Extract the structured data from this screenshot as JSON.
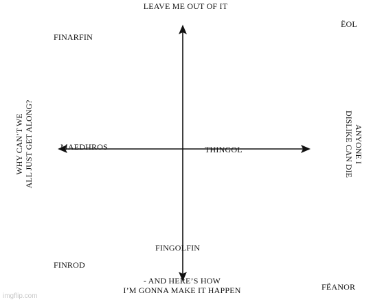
{
  "axes": {
    "top": "LEAVE ME OUT OF IT",
    "bottom_line1": "- AND HERE’S HOW",
    "bottom_line2": "I’M GONNA MAKE IT HAPPEN",
    "left_line1": "WHY CAN’T WE",
    "left_line2": "ALL JUST GET ALONG?",
    "right_line1": "ANYONE I",
    "right_line2": "DISLIKE CAN DIE"
  },
  "characters": {
    "finarfin": "FINARFIN",
    "eol": "ËOL",
    "maedhros": "MAEDHROS",
    "thingol": "THINGOL",
    "fingolfin": "FINGOLFIN",
    "finrod": "FINROD",
    "feanor": "FËANOR"
  },
  "watermark": "imgflip.com"
}
